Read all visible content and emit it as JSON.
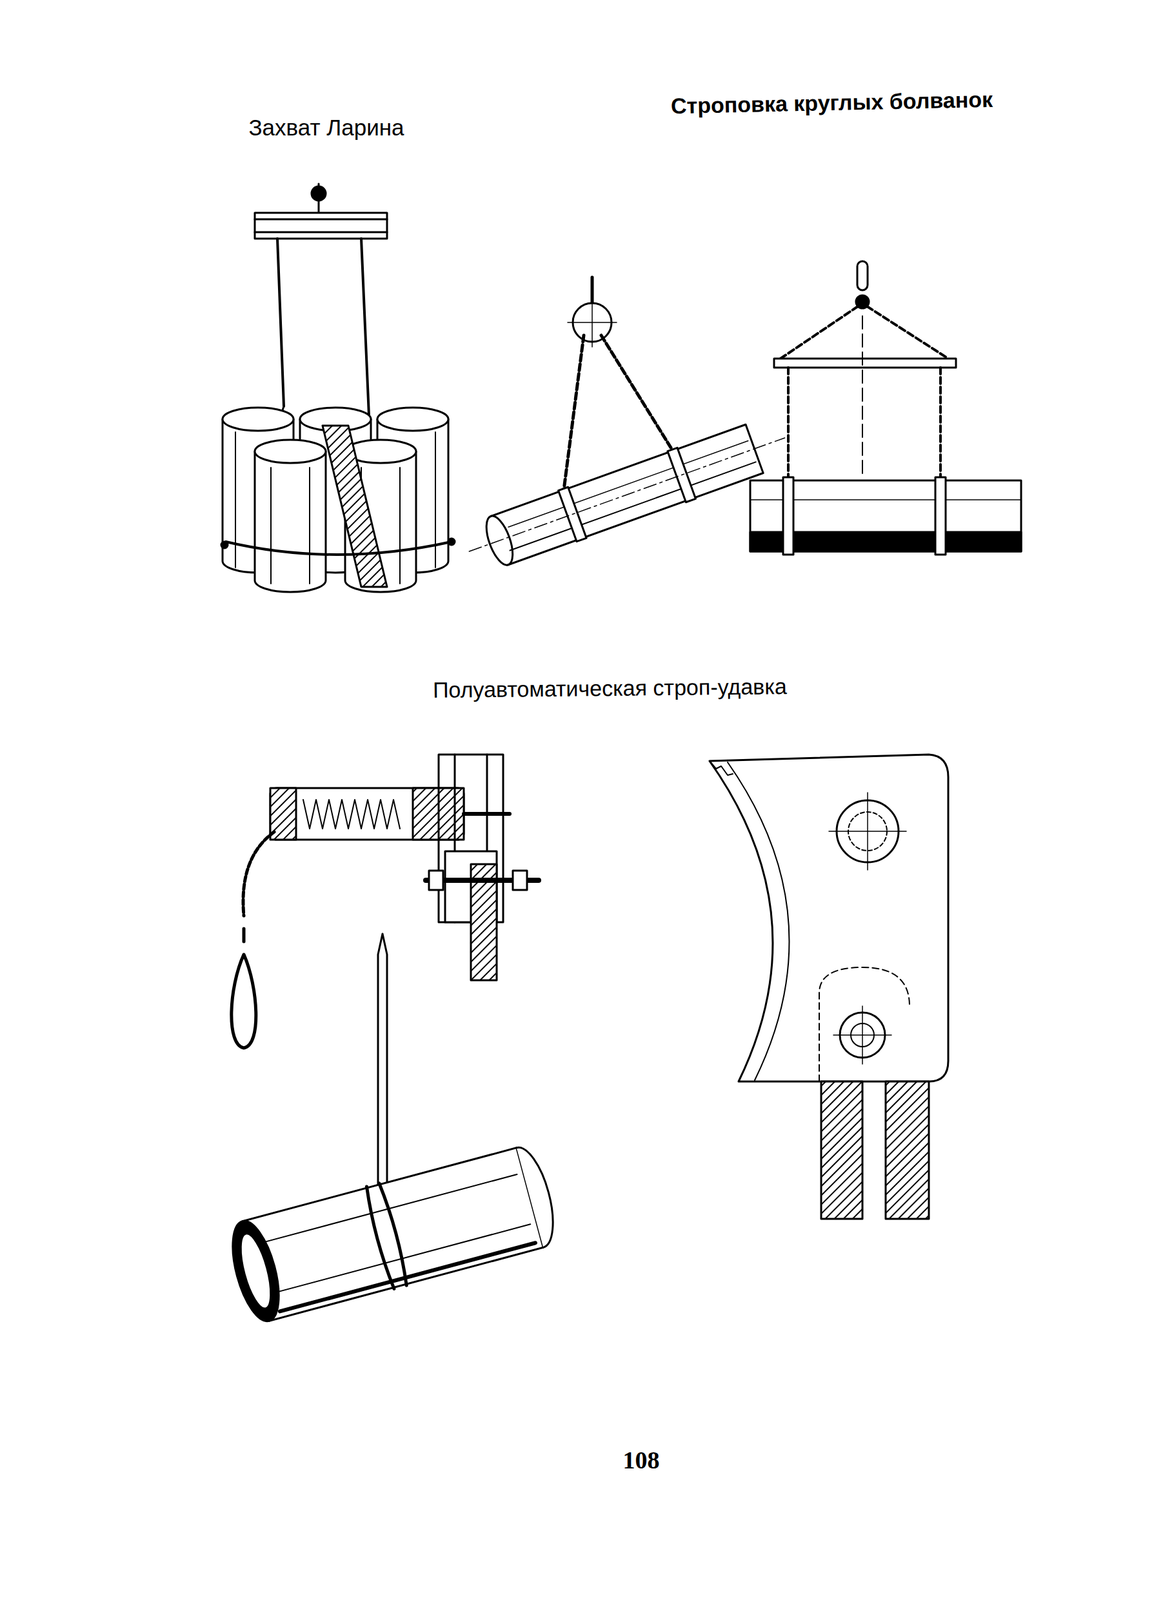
{
  "diagram": {
    "labels": [
      "Захват Ларина",
      "Строповка круглых болванок",
      "Полуавтоматическая строп-удавка",
      "108"
    ]
  }
}
